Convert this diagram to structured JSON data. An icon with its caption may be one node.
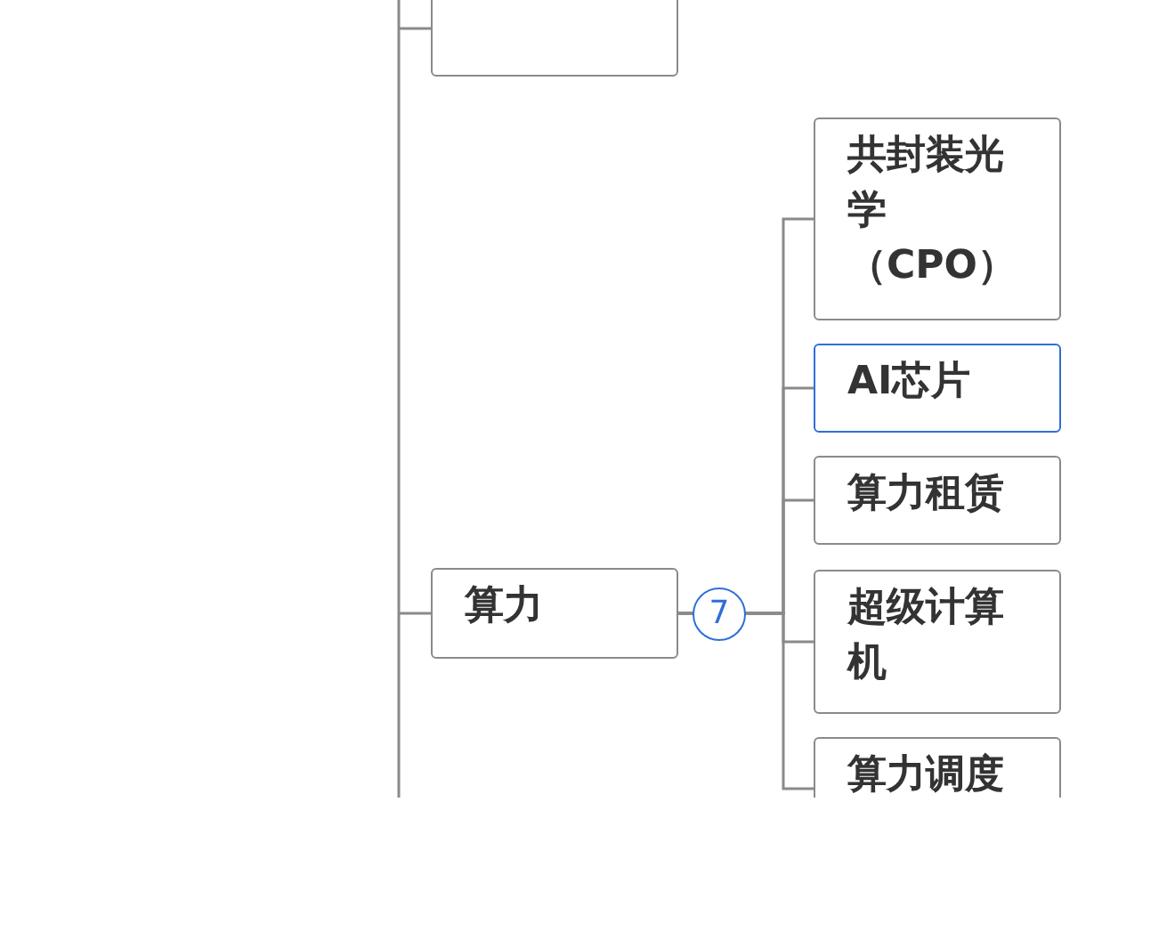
{
  "diagram": {
    "nodes": [
      {
        "text": [],
        "shape": "box"
      },
      {
        "text": [
          "算力"
        ]
      },
      {
        "text": [
          "共封装光学（CPO）"
        ]
      },
      {
        "text": [
          "AI芯片"
        ]
      },
      {
        "text": [
          "算力租赁"
        ]
      },
      {
        "text": [
          "超级计算机"
        ]
      },
      {
        "text": [
          "算力调度"
        ]
      }
    ],
    "edges": [
      {
        "from": null,
        "to": 0,
        "arrow": "none"
      },
      {
        "from": null,
        "to": 1,
        "arrow": "none"
      },
      {
        "from": 1,
        "to": 2,
        "arrow": "none"
      },
      {
        "from": 1,
        "to": 3,
        "arrow": "none"
      },
      {
        "from": 1,
        "to": 4,
        "arrow": "none"
      },
      {
        "from": 1,
        "to": 5,
        "arrow": "none"
      },
      {
        "from": 1,
        "to": 6,
        "arrow": "none"
      }
    ],
    "labels": [
      "7"
    ]
  }
}
